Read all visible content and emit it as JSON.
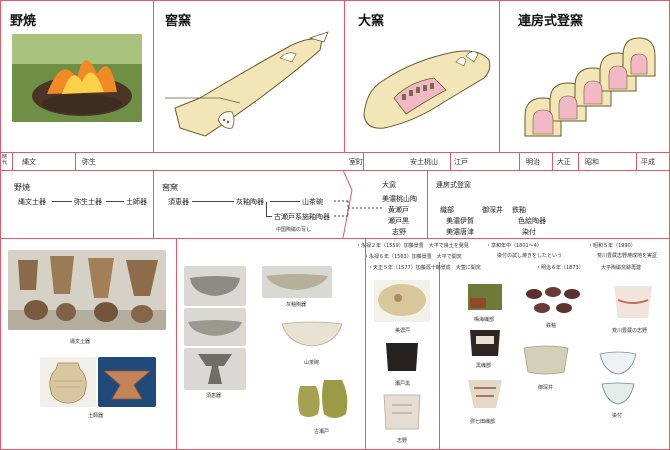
{
  "header": {
    "panel1": "野焼",
    "panel2": "窖窯",
    "panel3": "大窯",
    "panel4": "連房式登窯"
  },
  "timeline": {
    "label": "時代",
    "eras": [
      "縄文",
      "弥生",
      "室町",
      "安土桃山",
      "江戸",
      "明治",
      "大正",
      "昭和",
      "平成"
    ]
  },
  "flow": {
    "yakiyaki_title": "野焼",
    "yakiyaki_items": [
      "縄文土器",
      "弥生土器",
      "土師器"
    ],
    "anagama_title": "窖窯",
    "anagama_items": [
      "須恵器",
      "灰釉陶器",
      "山茶碗",
      "古瀬戸系施釉陶器",
      "中国陶磁の写し"
    ],
    "ogama_title": "大窯",
    "ogama_items": [
      "美濃桃山陶",
      "黄瀬戸",
      "瀬戸黒",
      "志野"
    ],
    "renbo_title": "連房式登窯",
    "renbo_items": [
      "織部",
      "御深井",
      "鉄釉",
      "美濃伊賀",
      "色絵陶器",
      "美濃唐津",
      "染付"
    ]
  },
  "notes": {
    "ogama": [
      "・永禄２年（1559）加藤景豊　大平で良土を発見",
      "・永禄６年（1563）加藤景豊　大平で開窯",
      "・天正５年（1577）加藤源十郎景成　大萱に開窯"
    ],
    "renbo": [
      "・享和年中（1801〜4）",
      "　染付の試し焼きをしたという",
      "・明治６年（1873）",
      "・昭和５年（1990）",
      "　荒川豊蔵志野焼成地を実証",
      "　大平陶磁窯跡再建"
    ]
  },
  "captions": {
    "jomon": "縄文土器",
    "haji": "土師器",
    "sueki": "須恵器",
    "kaiyu": "灰釉陶器",
    "yamajawan": "山茶碗",
    "koseto": "古瀬戸",
    "kiseto": "美濃戸",
    "setoguro": "瀬戸黒",
    "shino": "志野",
    "narumi": "鳴海織部",
    "kuro_oribe": "黒織部",
    "yumi_oribe": "弥七田織部",
    "tetsuyu": "鉄釉",
    "ofuke": "御深井",
    "arakawa": "荒川豊蔵の志野",
    "sometsuke": "染付"
  },
  "colors": {
    "divider": "#e05a6a",
    "kiln_fill": "#f2e6b8",
    "kiln_stroke": "#6b5a2a",
    "inner_pink": "#f2b8c6"
  }
}
